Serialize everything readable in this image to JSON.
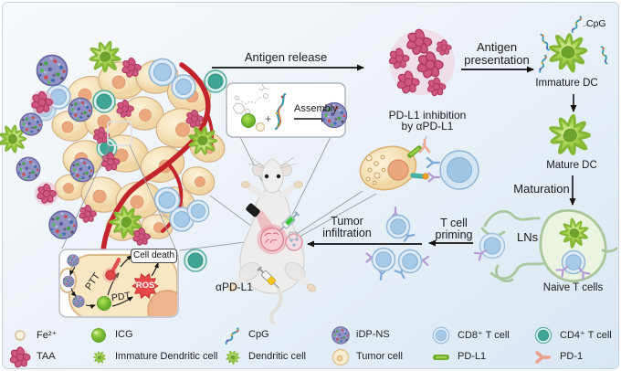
{
  "labels": {
    "antigen_release": "Antigen release",
    "antigen_presentation_1": "Antigen",
    "antigen_presentation_2": "presentation",
    "cpg_tag": "CpG",
    "immature_dc": "Immature DC",
    "mature_dc": "Mature DC",
    "maturation": "Maturation",
    "lns": "LNs",
    "naive_t_cells": "Naive T cells",
    "t_cell_priming_1": "T cell",
    "t_cell_priming_2": "priming",
    "tumor_infiltration_1": "Tumor",
    "tumor_infiltration_2": "infiltration",
    "pdl1_inhibition_1": "PD-L1 inhibition",
    "pdl1_inhibition_2": "by αPD-L1",
    "apdl1": "αPD-L1",
    "assembly": "Assembly",
    "plus_sign": "+",
    "ptt": "PTT",
    "pdt": "PDT",
    "ros": "ROS",
    "cell_death": "Cell death"
  },
  "legend": {
    "items": [
      {
        "id": "fe2",
        "label": "Fe²⁺"
      },
      {
        "id": "icg",
        "label": "ICG"
      },
      {
        "id": "cpg",
        "label": "CpG"
      },
      {
        "id": "idpns",
        "label": "iDP-NS"
      },
      {
        "id": "cd8",
        "label": "CD8⁺ T cell"
      },
      {
        "id": "cd4",
        "label": "CD4⁺ T cell"
      },
      {
        "id": "taa",
        "label": "TAA"
      },
      {
        "id": "immature_dc",
        "label": "Immature Dendritic cell"
      },
      {
        "id": "dc",
        "label": "Dendritic cell"
      },
      {
        "id": "tumor_cell",
        "label": "Tumor cell"
      },
      {
        "id": "pdl1",
        "label": "PD-L1"
      },
      {
        "id": "pd1",
        "label": "PD-1"
      }
    ]
  },
  "colors": {
    "background_blue": "#e8f0f8",
    "vessel_red": "#c2242c",
    "dendritic_green": "#8dc63f",
    "taa_pink": "#cf5880",
    "cd8_blue": "#a5c9e6",
    "cd4_teal": "#41a595",
    "tumor_tan": "#f6e3bc",
    "ros_red": "#e84848"
  }
}
